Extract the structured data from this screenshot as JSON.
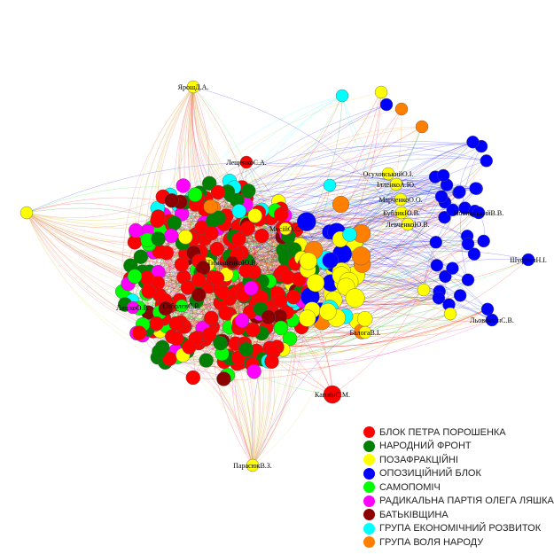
{
  "groups": [
    {
      "key": "bpp",
      "label": "БЛОК ПЕТРА ПОРОШЕНКА",
      "color": "#ff0000"
    },
    {
      "key": "nf",
      "label": "НАРОДНИЙ ФРОНТ",
      "color": "#008000"
    },
    {
      "key": "poza",
      "label": "ПОЗАФРАКЦІЙНІ",
      "color": "#ffff00"
    },
    {
      "key": "ob",
      "label": "ОПОЗИЦІЙНИЙ БЛОК",
      "color": "#0000ff"
    },
    {
      "key": "sam",
      "label": "САМОПОМІЧ",
      "color": "#00ff00"
    },
    {
      "key": "rad",
      "label": "РАДИКАЛЬНА ПАРТІЯ ОЛЕГА ЛЯШКА",
      "color": "#ff00ff"
    },
    {
      "key": "bat",
      "label": "БАТЬКІВЩИНА",
      "color": "#8b0000"
    },
    {
      "key": "eko",
      "label": "ГРУПА ЕКОНОМІЧНИЙ РОЗВИТОК",
      "color": "#00ffff"
    },
    {
      "key": "vol",
      "label": "ГРУПА ВОЛЯ НАРОДУ",
      "color": "#ff8000"
    }
  ],
  "labeled_nodes": [
    {
      "name": "ЯрошД.А.",
      "group": "poza"
    },
    {
      "name": "ЛещенкоС.А.",
      "group": "bpp"
    },
    {
      "name": "ТимошенкоЮ.В.",
      "group": "bat"
    },
    {
      "name": "ЛяшкоО.В.",
      "group": "rad"
    },
    {
      "name": "СоболєвЄ.В.",
      "group": "sam"
    },
    {
      "name": "МусійО.С.",
      "group": "poza"
    },
    {
      "name": "КаплінС.М.",
      "group": "bpp"
    },
    {
      "name": "БалогаВ.І.",
      "group": "poza"
    },
    {
      "name": "ПарасюкВ.З.",
      "group": "poza"
    },
    {
      "name": "ОсуховськийО.І.",
      "group": "poza"
    },
    {
      "name": "ІлленкоА.Ю.",
      "group": "poza"
    },
    {
      "name": "МарченкоО.О.",
      "group": "poza"
    },
    {
      "name": "БубликЮ.В.",
      "group": "poza"
    },
    {
      "name": "ЛевченкоЮ.В.",
      "group": "poza"
    },
    {
      "name": "НовинськийВ.В.",
      "group": "ob"
    },
    {
      "name": "ШуфричН.І.",
      "group": "ob"
    },
    {
      "name": "ЛьовочкінС.В.",
      "group": "ob"
    }
  ]
}
